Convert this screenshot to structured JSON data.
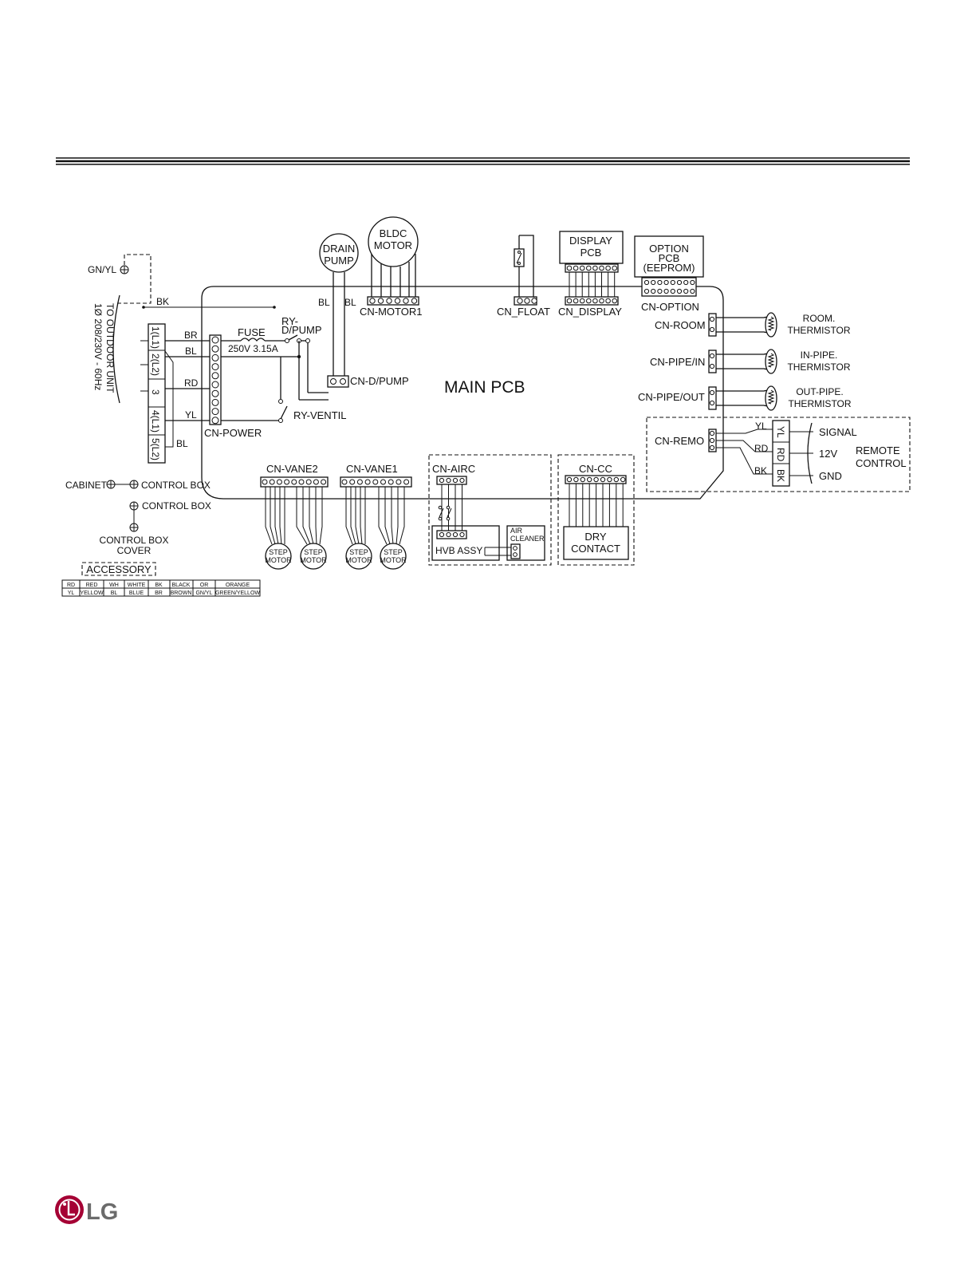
{
  "labels": {
    "gn_yl": "GN/YL",
    "bk": "BK",
    "to_outdoor_unit": "TO OUTDOOR UNIT",
    "supply": "1Ø 208/230V - 60Hz",
    "br": "BR",
    "bl": "BL",
    "rd": "RD",
    "yl": "YL",
    "bl2": "BL",
    "fuse": "FUSE",
    "fuse_rating": "250V 3.15A",
    "ry_dpump_1": "RY-",
    "ry_dpump_2": "D/PUMP",
    "ry_ventil": "RY-VENTIL",
    "cn_power": "CN-POWER",
    "drain_pump_1": "DRAIN",
    "drain_pump_2": "PUMP",
    "bldc_1": "BLDC",
    "bldc_2": "MOTOR",
    "cn_motor1": "CN-MOTOR1",
    "cn_dpump": "CN-D/PUMP",
    "wire_bl_a": "BL",
    "wire_bl_b": "BL",
    "cn_float": "CN_FLOAT",
    "display_pcb_1": "DISPLAY",
    "display_pcb_2": "PCB",
    "cn_display": "CN_DISPLAY",
    "option_pcb_1": "OPTION",
    "option_pcb_2": "PCB",
    "option_pcb_3": "(EEPROM)",
    "cn_option": "CN-OPTION",
    "main_pcb": "MAIN PCB",
    "cn_room": "CN-ROOM",
    "room_therm_1": "ROOM.",
    "room_therm_2": "THERMISTOR",
    "cn_pipe_in": "CN-PIPE/IN",
    "inpipe_therm_1": "IN-PIPE.",
    "inpipe_therm_2": "THERMISTOR",
    "cn_pipe_out": "CN-PIPE/OUT",
    "outpipe_therm_1": "OUT-PIPE.",
    "outpipe_therm_2": "THERMISTOR",
    "cn_remo": "CN-REMO",
    "remo_yl": "YL",
    "remo_rd": "RD",
    "remo_bk": "BK",
    "signal": "SIGNAL",
    "v12": "12V",
    "gnd": "GND",
    "remote_1": "REMOTE",
    "remote_2": "CONTROL",
    "cabinet": "CABINET",
    "control_box_1": "CONTROL BOX",
    "control_box_2": "CONTROL BOX",
    "control_box_cover_1": "CONTROL BOX",
    "control_box_cover_2": "COVER",
    "cn_vane2": "CN-VANE2",
    "cn_vane1": "CN-VANE1",
    "step": "STEP",
    "motor": "MOTOR",
    "cn_airc": "CN-AIRC",
    "hvb_assy": "HVB ASSY",
    "air_cleaner_1": "AIR",
    "air_cleaner_2": "CLEANER",
    "cn_cc": "CN-CC",
    "dry_contact_1": "DRY",
    "dry_contact_2": "CONTACT",
    "accessory": "ACCESSORY",
    "logo": "LG"
  },
  "terminals": [
    "1(L1)",
    "2(L2)",
    "3",
    "4(L1)",
    "5(L2)"
  ],
  "legend": {
    "row1": [
      "RD",
      "RED",
      "WH",
      "WHITE",
      "BK",
      "BLACK",
      "OR",
      "ORANGE"
    ],
    "row2": [
      "YL",
      "YELLOW",
      "BL",
      "BLUE",
      "BR",
      "BROWN",
      "GN/YL",
      "GREEN/YELLOW"
    ]
  },
  "colors": {
    "logo_red": "#a50034",
    "line": "#111111"
  }
}
